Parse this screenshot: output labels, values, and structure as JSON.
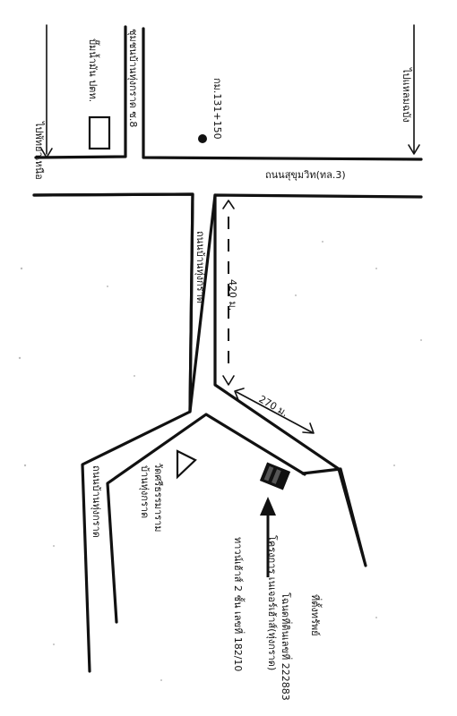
{
  "map": {
    "labels": {
      "to_phatthaya": "ไปพัทยาเหนือ",
      "to_laem_chabang": "ไปแหลมฉบัง",
      "pump": "ปั๊มน้ำมัน ปตท.",
      "soi8": "ชุมชนบ้านทุ่งกราด ซ.8",
      "km_marker": "กม.131+150",
      "sukhumvit": "ถนนสุขุมวิท(ทล.3)",
      "road_upper": "ถนนบ้านทุ่งกราด",
      "road_lower": "ถนนบ้านทุ่งกราด",
      "dist_420": "420 ม.",
      "dist_270": "270 ม.",
      "temple": "วัดศรีธรรมาราม",
      "temple_2": "บ้านทุ่งกราด",
      "property_title": "ที่ตั้งทรัพย์",
      "deed": "โฉนดที่ดินเลขที่ 222883",
      "project": "โครงการ เนเจอร์เฮ้าส์(ทุ่งกราด)",
      "house": "ทาวน์เฮ้าส์ 2 ชั้น เลขที่ 182/10"
    }
  }
}
